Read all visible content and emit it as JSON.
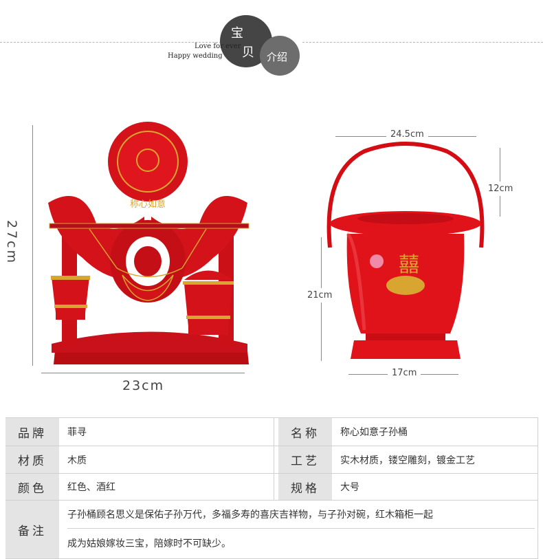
{
  "header": {
    "title_chars": [
      "宝",
      "贝"
    ],
    "subtitle": "介绍",
    "tagline_1": "Love for ever",
    "tagline_2": "Happy wedding"
  },
  "product_left": {
    "plate_text": "称心如意",
    "height_dim": "27cm",
    "width_dim": "23cm"
  },
  "product_right": {
    "width_dim": "24.5cm",
    "handle_dim": "12cm",
    "height_dim": "21cm",
    "base_dim": "17cm",
    "emblem": "囍"
  },
  "specs": {
    "rows": [
      {
        "label": "品牌",
        "value": "菲寻",
        "label2": "名称",
        "value2": "称心如意子孙桶"
      },
      {
        "label": "材质",
        "value": "木质",
        "label2": "工艺",
        "value2": "实木材质，镂空雕刻，镀金工艺"
      },
      {
        "label": "颜色",
        "value": "红色、酒红",
        "label2": "规格",
        "value2": "大号"
      }
    ],
    "notes_label": "备注",
    "notes_line1": "子孙桶顾名思义是保佑子孙万代，多福多寿的喜庆吉祥物，与子孙对碗，红木箱柜一起",
    "notes_line2": "成为姑娘嫁妆三宝，陪嫁时不可缺少。"
  },
  "colors": {
    "lacquer_red": "#d40d14",
    "gold": "#d9a531",
    "label_bg": "#e4e4e4"
  }
}
